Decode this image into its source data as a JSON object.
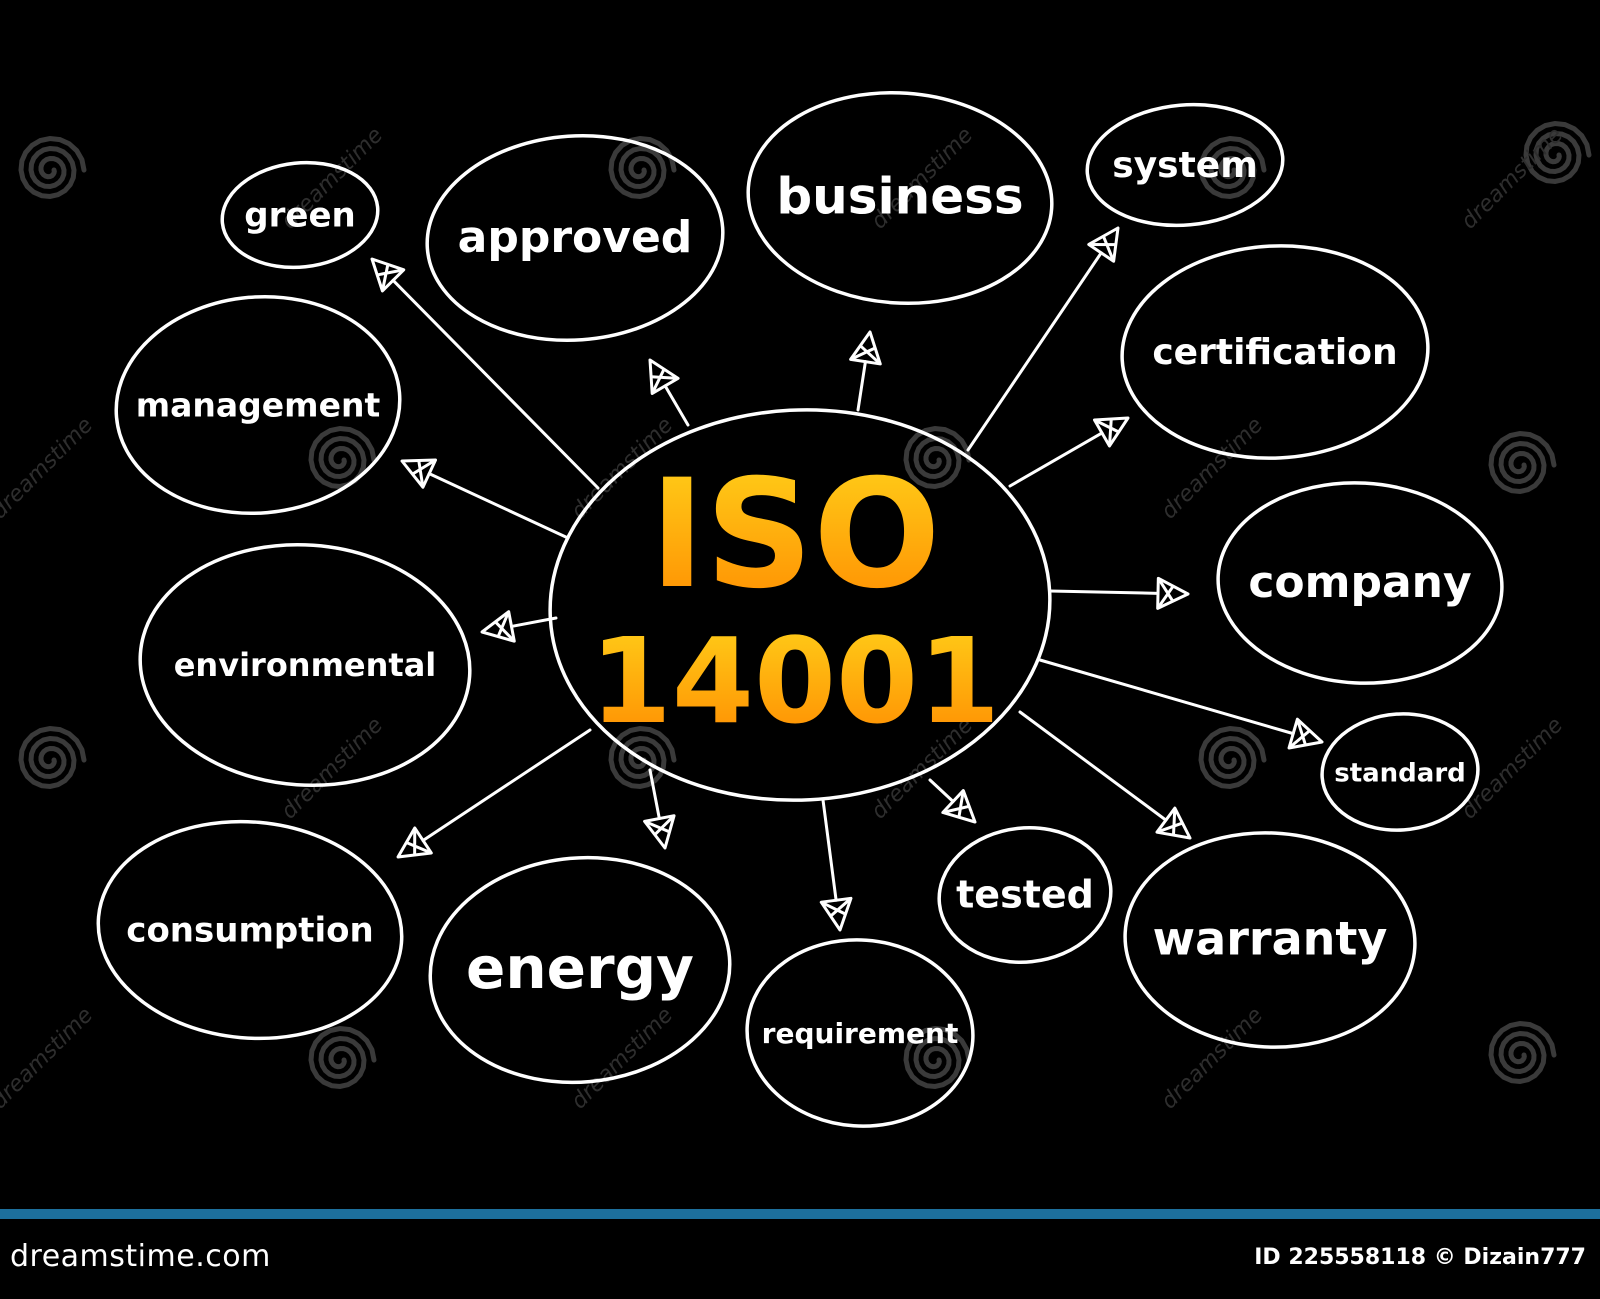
{
  "diagram": {
    "center": {
      "line1": "ISO",
      "line2": "14001"
    },
    "nodes": [
      {
        "id": "green",
        "label": "green"
      },
      {
        "id": "approved",
        "label": "approved"
      },
      {
        "id": "business",
        "label": "business"
      },
      {
        "id": "system",
        "label": "system"
      },
      {
        "id": "management",
        "label": "management"
      },
      {
        "id": "certification",
        "label": "certification"
      },
      {
        "id": "environmental",
        "label": "environmental"
      },
      {
        "id": "company",
        "label": "company"
      },
      {
        "id": "standard",
        "label": "standard"
      },
      {
        "id": "consumption",
        "label": "consumption"
      },
      {
        "id": "energy",
        "label": "energy"
      },
      {
        "id": "tested",
        "label": "tested"
      },
      {
        "id": "requirement",
        "label": "requirement"
      },
      {
        "id": "warranty",
        "label": "warranty"
      }
    ]
  },
  "colors": {
    "background": "#000000",
    "line": "#ffffff",
    "center_text_top": "#ffd21a",
    "center_text_bottom": "#ff8a00",
    "footer_stripe": "#1d6f9c"
  },
  "watermark": {
    "text": "dreamstime",
    "icon": "spiral-logo-icon"
  },
  "footer": {
    "brand": "dreamstime.com",
    "credit": "ID 225558118 © Dizain777"
  }
}
